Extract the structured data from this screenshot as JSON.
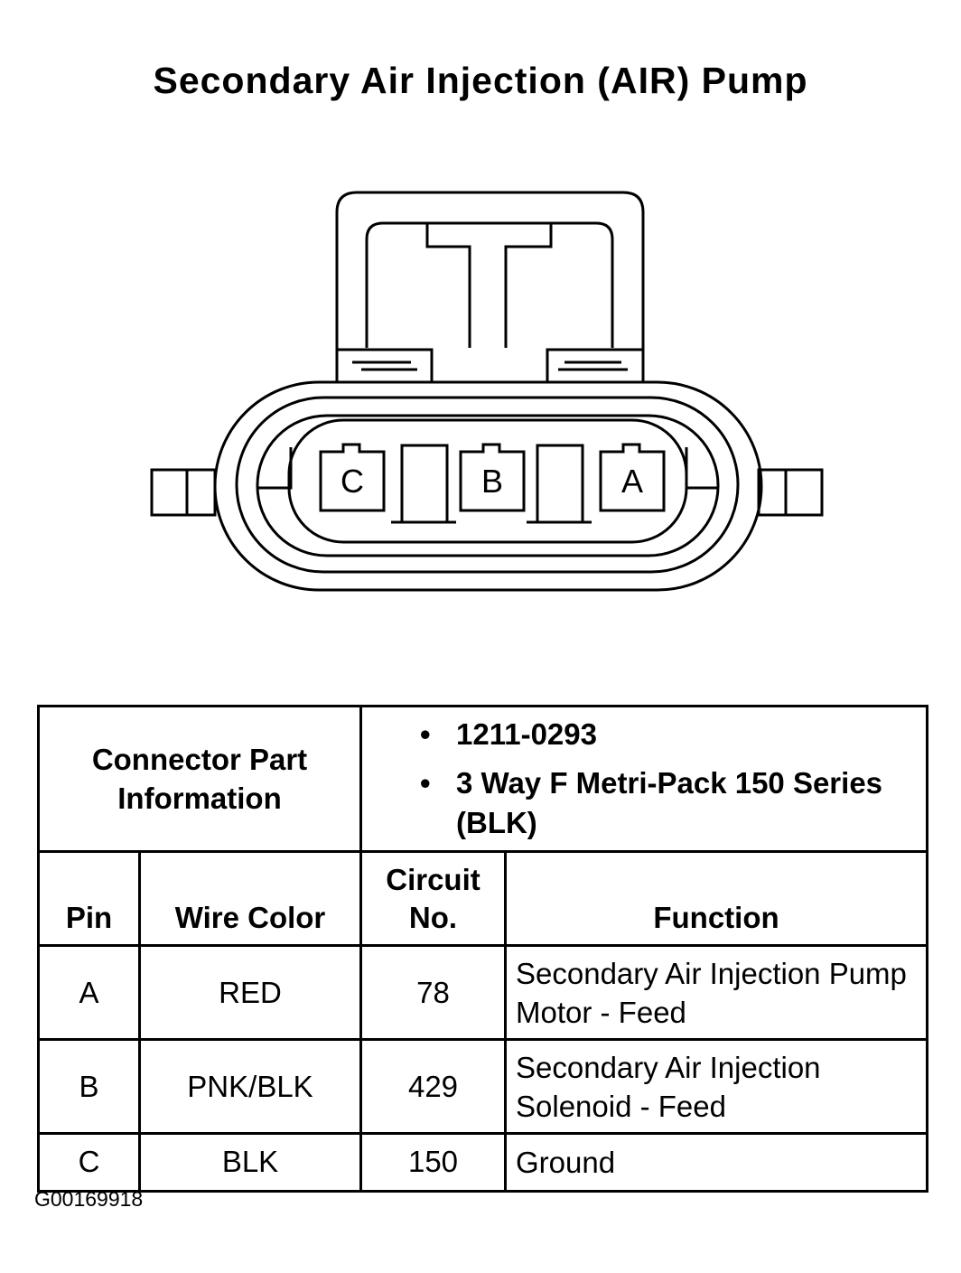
{
  "title": "Secondary Air Injection (AIR) Pump",
  "connector": {
    "pins": [
      {
        "label": "C"
      },
      {
        "label": "B"
      },
      {
        "label": "A"
      }
    ]
  },
  "table": {
    "connector_info_label": "Connector Part Information",
    "connector_info": [
      "1211-0293",
      "3 Way F Metri-Pack 150 Series (BLK)"
    ],
    "headers": {
      "pin": "Pin",
      "wire_color": "Wire Color",
      "circuit_no": "Circuit No.",
      "function": "Function"
    },
    "rows": [
      {
        "pin": "A",
        "wire_color": "RED",
        "circuit_no": "78",
        "function": "Secondary Air Injection Pump Motor - Feed"
      },
      {
        "pin": "B",
        "wire_color": "PNK/BLK",
        "circuit_no": "429",
        "function": "Secondary Air Injection Solenoid - Feed"
      },
      {
        "pin": "C",
        "wire_color": "BLK",
        "circuit_no": "150",
        "function": "Ground"
      }
    ]
  },
  "figure_id": "G00169918"
}
